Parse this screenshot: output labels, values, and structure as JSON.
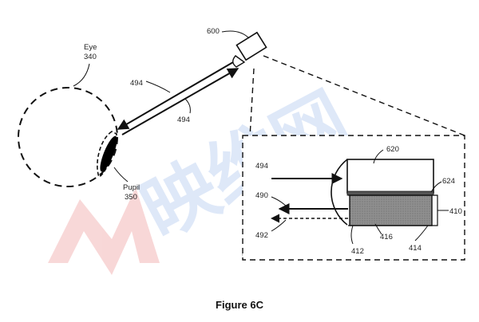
{
  "figure": {
    "caption": "Figure 6C"
  },
  "labels": {
    "eye_name": "Eye",
    "eye_num": "340",
    "pupil_name": "Pupil",
    "pupil_num": "350",
    "device": "600",
    "beam_upper": "494",
    "beam_lower": "494",
    "inset_in": "494",
    "inset_out_solid": "490",
    "inset_out_dashed": "492",
    "top_block": "620",
    "layer": "624",
    "module": "410",
    "bottom_left": "412",
    "sensor": "416",
    "bottom_right": "414"
  },
  "watermark": {
    "text": "映维网",
    "logo_color": "#f6c9c9",
    "text_color": "#c9d9f2"
  },
  "colors": {
    "line": "#111111",
    "sensor_fill": "#8a8a8a",
    "layer_fill": "#555555"
  }
}
